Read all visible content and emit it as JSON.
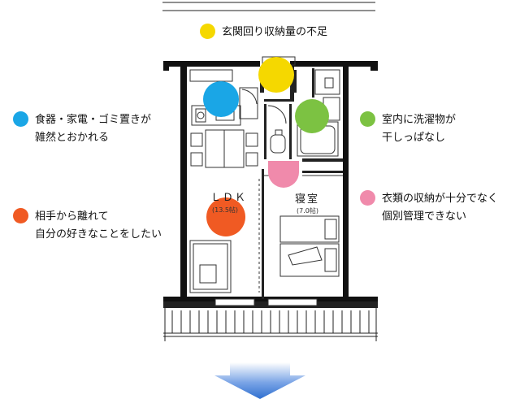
{
  "colors": {
    "yellow": "#f5d800",
    "blue": "#1aa6e6",
    "green": "#7cc242",
    "orange": "#f05a23",
    "pink": "#f08aab",
    "arrow": "#2f6fd0"
  },
  "issues": [
    {
      "id": "entrance-storage",
      "color": "yellow",
      "lines": [
        "玄関回り収納量の不足"
      ]
    },
    {
      "id": "kitchen-clutter",
      "color": "blue",
      "lines": [
        "食器・家電・ゴミ置きが",
        "雑然とおかれる"
      ]
    },
    {
      "id": "ldk-distance",
      "color": "orange",
      "lines": [
        "相手から離れて",
        "自分の好きなことをしたい"
      ]
    },
    {
      "id": "laundry",
      "color": "green",
      "lines": [
        "室内に洗濯物が",
        "干しっぱなし"
      ]
    },
    {
      "id": "clothes-storage",
      "color": "pink",
      "lines": [
        "衣類の収納が十分でなく",
        "個別管理できない"
      ]
    }
  ],
  "rooms": {
    "ldk": {
      "label": "ＬＤＫ",
      "area": "(13.5帖)"
    },
    "bedroom": {
      "label": "寝室",
      "area": "(7.0帖)"
    }
  },
  "arrow": {
    "direction": "down",
    "icon": "down-arrow-icon"
  }
}
